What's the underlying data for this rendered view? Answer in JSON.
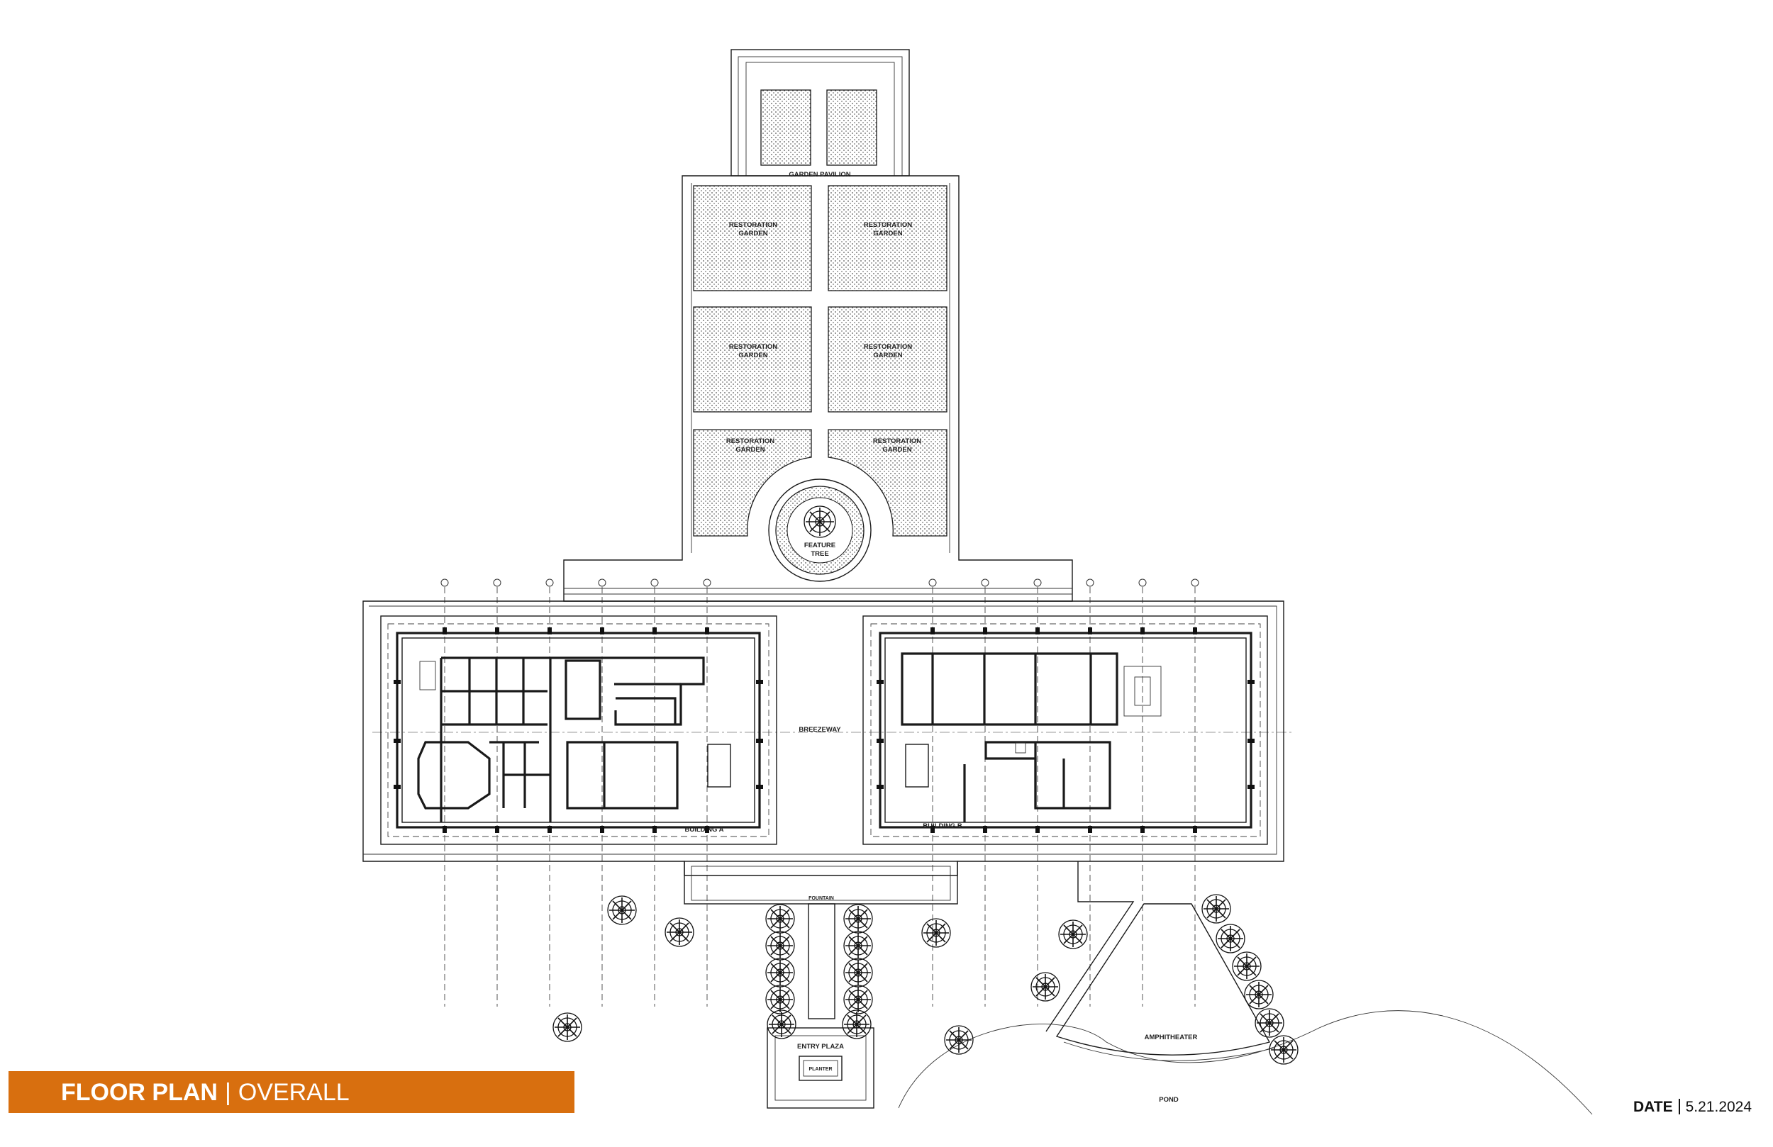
{
  "title": {
    "main": "FLOOR PLAN",
    "sub": "OVERALL"
  },
  "date": {
    "label": "DATE",
    "value": "5.21.2024"
  },
  "labels": {
    "garden_pavilion": "GARDEN PAVILION",
    "restoration_garden_1": "RESTORATION",
    "restoration_garden_2": "GARDEN",
    "feature_tree_1": "FEATURE",
    "feature_tree_2": "TREE",
    "breezeway": "BREEZEWAY",
    "building_a": "BUILDING A",
    "building_b": "BUILDING B",
    "fountain": "FOUNTAIN",
    "entry_plaza": "ENTRY PLAZA",
    "planter": "PLANTER",
    "amphitheater": "AMPHITHEATER",
    "pond": "POND"
  },
  "colors": {
    "banner": "#d86f0f",
    "line": "#1a1a1a",
    "background": "#ffffff"
  }
}
